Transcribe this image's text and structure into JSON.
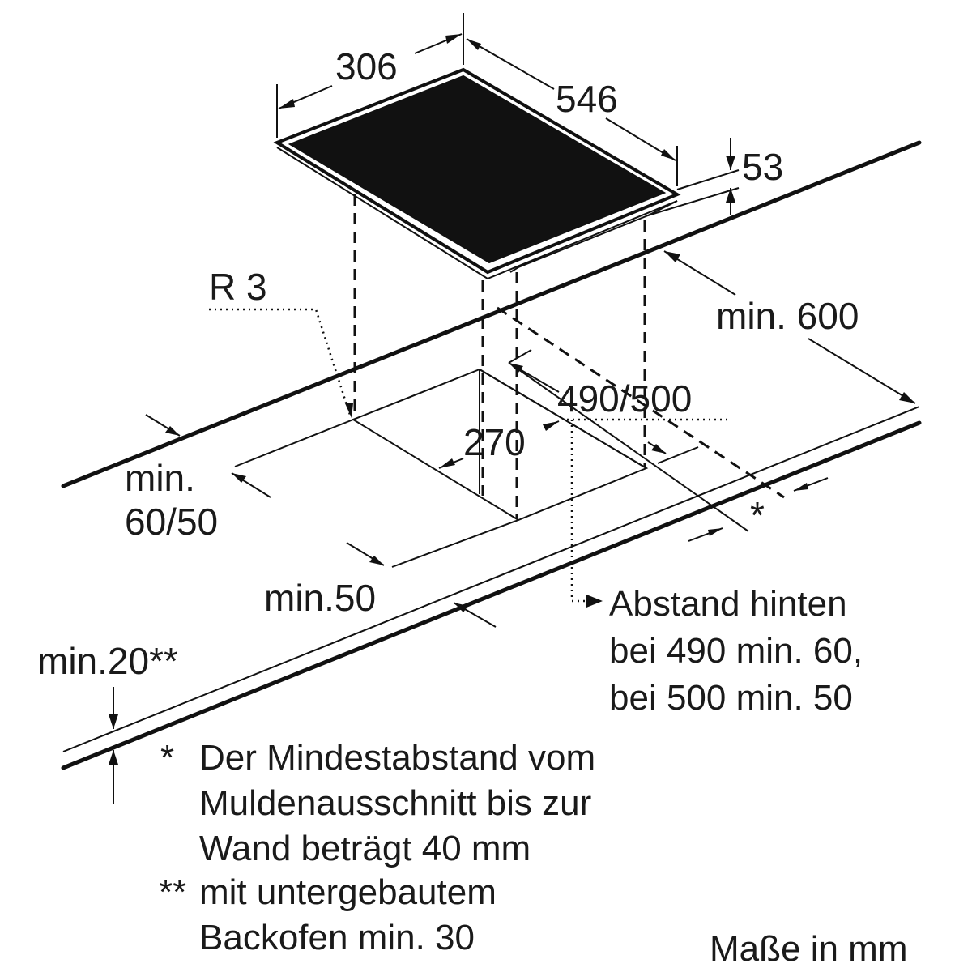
{
  "dimensions": {
    "width": "306",
    "depth": "546",
    "height": "53",
    "radius": "R 3",
    "min_depth": "min. 600",
    "cutout_depth": "490/500",
    "cutout_width": "270",
    "min_side_line1": "min.",
    "min_side_line2": "60/50",
    "min_front": "min.50",
    "min_20": "min.20**",
    "asterisk": "*"
  },
  "rear_note": {
    "line1": "Abstand hinten",
    "line2": "bei 490 min. 60,",
    "line3": "bei 500 min. 50"
  },
  "footnotes": {
    "single_marker": "*",
    "single_line1": "Der Mindestabstand vom",
    "single_line2": "Muldenausschnitt bis zur",
    "single_line3": "Wand beträgt 40 mm",
    "double_marker": "**",
    "double_line1": "mit untergebautem",
    "double_line2": "Backofen min. 30"
  },
  "units": "Maße in mm"
}
